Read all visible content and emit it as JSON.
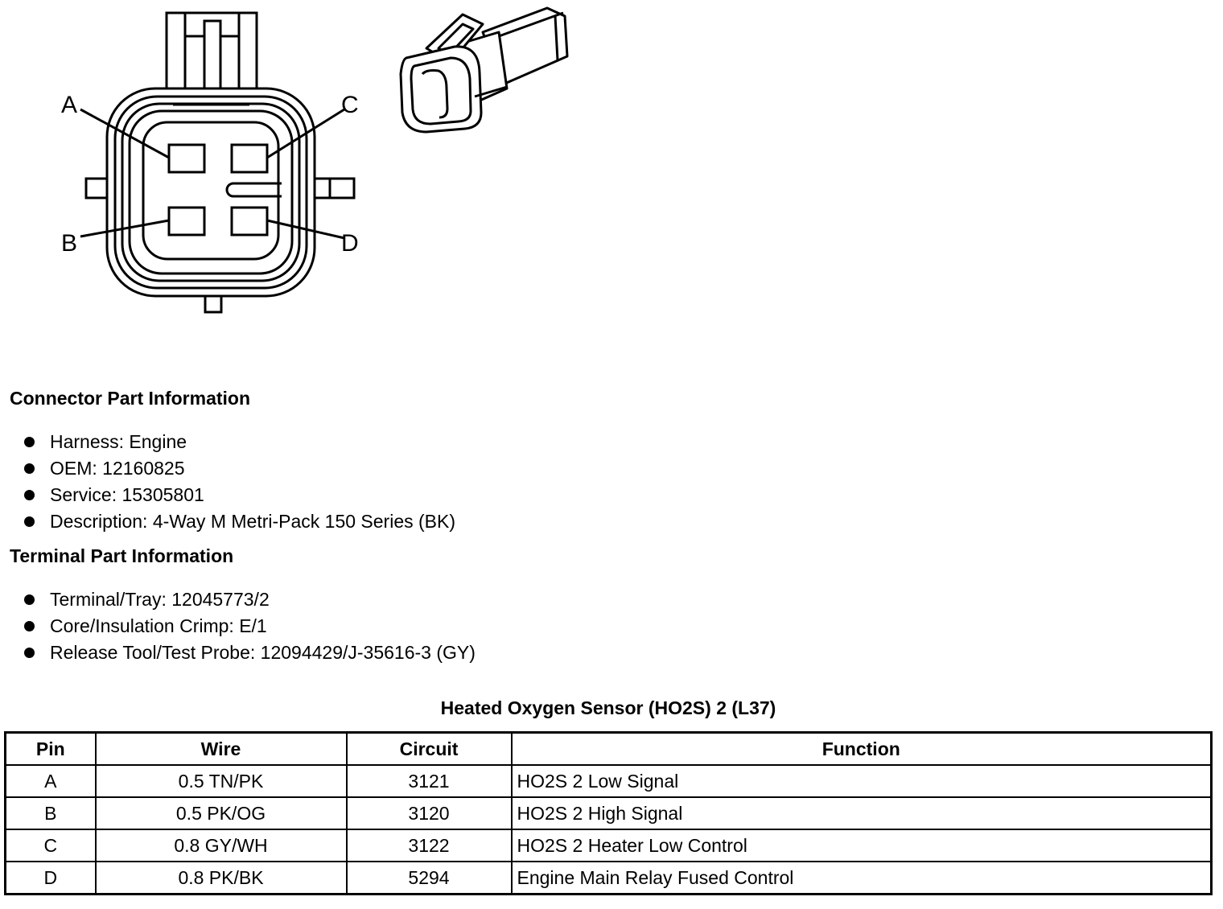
{
  "diagram": {
    "pin_labels": [
      "A",
      "B",
      "C",
      "D"
    ]
  },
  "connector_info": {
    "heading": "Connector Part Information",
    "items": [
      "Harness: Engine",
      "OEM: 12160825",
      "Service: 15305801",
      "Description: 4-Way M Metri-Pack 150 Series (BK)"
    ]
  },
  "terminal_info": {
    "heading": "Terminal Part Information",
    "items": [
      "Terminal/Tray: 12045773/2",
      "Core/Insulation Crimp: E/1",
      "Release Tool/Test Probe: 12094429/J-35616-3 (GY)"
    ]
  },
  "table": {
    "title": "Heated Oxygen Sensor (HO2S) 2 (L37)",
    "headers": [
      "Pin",
      "Wire",
      "Circuit",
      "Function"
    ],
    "rows": [
      [
        "A",
        "0.5 TN/PK",
        "3121",
        "HO2S 2 Low Signal"
      ],
      [
        "B",
        "0.5 PK/OG",
        "3120",
        "HO2S 2 High Signal"
      ],
      [
        "C",
        "0.8 GY/WH",
        "3122",
        "HO2S 2 Heater Low Control"
      ],
      [
        "D",
        "0.8 PK/BK",
        "5294",
        "Engine Main Relay Fused Control"
      ]
    ]
  }
}
